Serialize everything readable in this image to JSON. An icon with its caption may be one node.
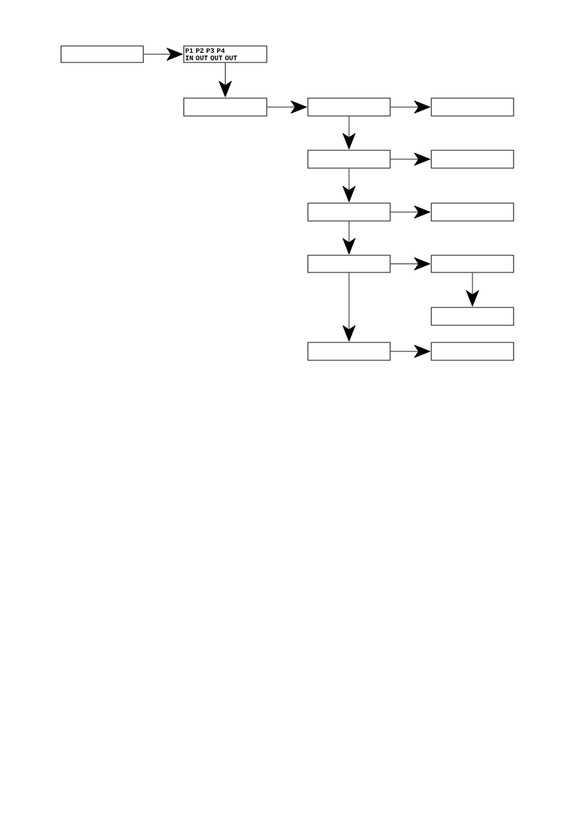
{
  "diagram": {
    "nodes": [
      {
        "text": [],
        "shape": "box"
      },
      {
        "text": [
          "P1 P2 P3 P4",
          "IN OUT OUT OUT"
        ]
      },
      {
        "text": [],
        "shape": "box"
      },
      {
        "text": [],
        "shape": "box"
      },
      {
        "text": [],
        "shape": "box"
      },
      {
        "text": [],
        "shape": "box"
      },
      {
        "text": [],
        "shape": "box"
      },
      {
        "text": [],
        "shape": "box"
      },
      {
        "text": [],
        "shape": "box"
      },
      {
        "text": [],
        "shape": "box"
      },
      {
        "text": [],
        "shape": "box"
      },
      {
        "text": [],
        "shape": "box"
      },
      {
        "text": [],
        "shape": "box"
      },
      {
        "text": [],
        "shape": "box"
      }
    ],
    "edges": [
      {
        "from": 0,
        "to": 1,
        "arrow": "to"
      },
      {
        "from": 1,
        "to": 2,
        "arrow": "to"
      },
      {
        "from": 2,
        "to": 3,
        "arrow": "to"
      },
      {
        "from": 3,
        "to": 4,
        "arrow": "to"
      },
      {
        "from": 3,
        "to": 5,
        "arrow": "to"
      },
      {
        "from": 5,
        "to": 6,
        "arrow": "to"
      },
      {
        "from": 5,
        "to": 7,
        "arrow": "to"
      },
      {
        "from": 7,
        "to": 8,
        "arrow": "to"
      },
      {
        "from": 7,
        "to": 9,
        "arrow": "to"
      },
      {
        "from": 9,
        "to": 10,
        "arrow": "to"
      },
      {
        "from": 10,
        "to": 11,
        "arrow": "to"
      },
      {
        "from": 9,
        "to": 12,
        "arrow": "to"
      },
      {
        "from": 12,
        "to": 13,
        "arrow": "to"
      }
    ]
  }
}
